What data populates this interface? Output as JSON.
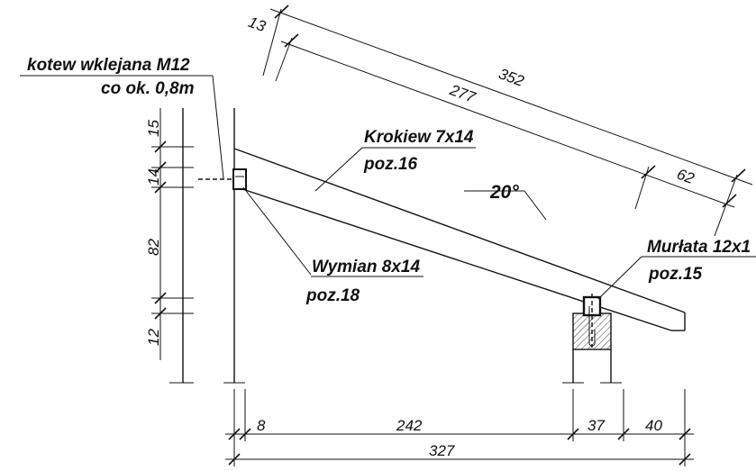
{
  "labels": {
    "anchor_line1": "kotew wklejana M12",
    "anchor_line2": "co ok. 0,8m",
    "rafter_line1": "Krokiew 7x14",
    "rafter_line2": "poz.16",
    "trimmer_line1": "Wymian 8x14",
    "trimmer_line2": "poz.18",
    "wallplate_line1": "Murłata 12x1",
    "wallplate_line2": "poz.15",
    "angle": "20°"
  },
  "dimensions": {
    "slope_top_13": "13",
    "slope_352": "352",
    "slope_277": "277",
    "slope_62": "62",
    "vert_15": "15",
    "vert_14": "14",
    "vert_82": "82",
    "vert_12": "12",
    "bottom_8": "8",
    "bottom_242": "242",
    "bottom_37": "37",
    "bottom_40": "40",
    "bottom_327": "327"
  },
  "colors": {
    "ink": "#111111",
    "background": "#ffffff"
  }
}
